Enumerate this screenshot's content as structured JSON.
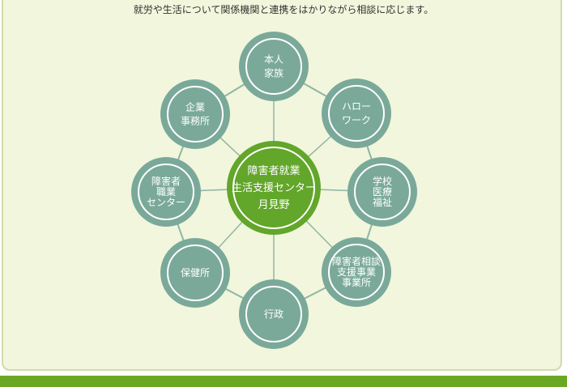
{
  "intro_text": "就労や生活について関係機関と連携をはかりながら相談に応じます。",
  "colors": {
    "panel": "#f2f6dc",
    "node": "#7aa99a",
    "center": "#62a62a",
    "line": "#8fb5a4",
    "footer": "#6aa824"
  },
  "center": {
    "lines": [
      "障害者就業",
      "生活支援センター",
      "月見野"
    ]
  },
  "nodes": [
    {
      "id": "self-family",
      "lines": [
        "本人",
        "家族"
      ]
    },
    {
      "id": "hello-work",
      "lines": [
        "ハロー",
        "ワーク"
      ]
    },
    {
      "id": "school-medical-welfare",
      "lines": [
        "学校",
        "医療",
        "福祉"
      ]
    },
    {
      "id": "consultation-office",
      "lines": [
        "障害者相談",
        "支援事業",
        "事業所"
      ]
    },
    {
      "id": "administration",
      "lines": [
        "行政"
      ]
    },
    {
      "id": "health-center",
      "lines": [
        "保健所"
      ]
    },
    {
      "id": "vocational-center",
      "lines": [
        "障害者",
        "職業",
        "センター"
      ]
    },
    {
      "id": "company-office",
      "lines": [
        "企業",
        "事務所"
      ]
    }
  ]
}
